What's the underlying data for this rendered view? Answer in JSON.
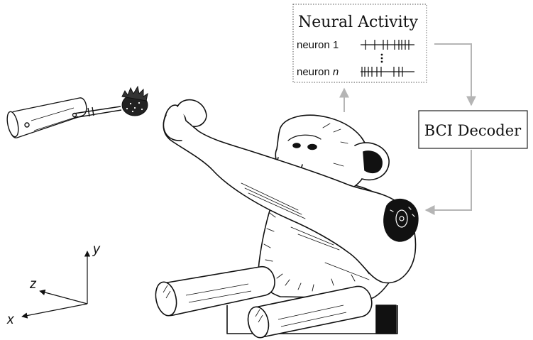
{
  "neural_activity": {
    "title": "Neural Activity",
    "neuron_1_label": "neuron 1",
    "neuron_n_prefix": "neuron ",
    "neuron_n_var": "n"
  },
  "decoder": {
    "label": "BCI Decoder"
  },
  "axes": {
    "x_label": "x",
    "y_label": "y",
    "z_label": "z"
  },
  "colors": {
    "ink": "#111111",
    "arrow": "#b5b5b5",
    "box_border": "#555555"
  }
}
